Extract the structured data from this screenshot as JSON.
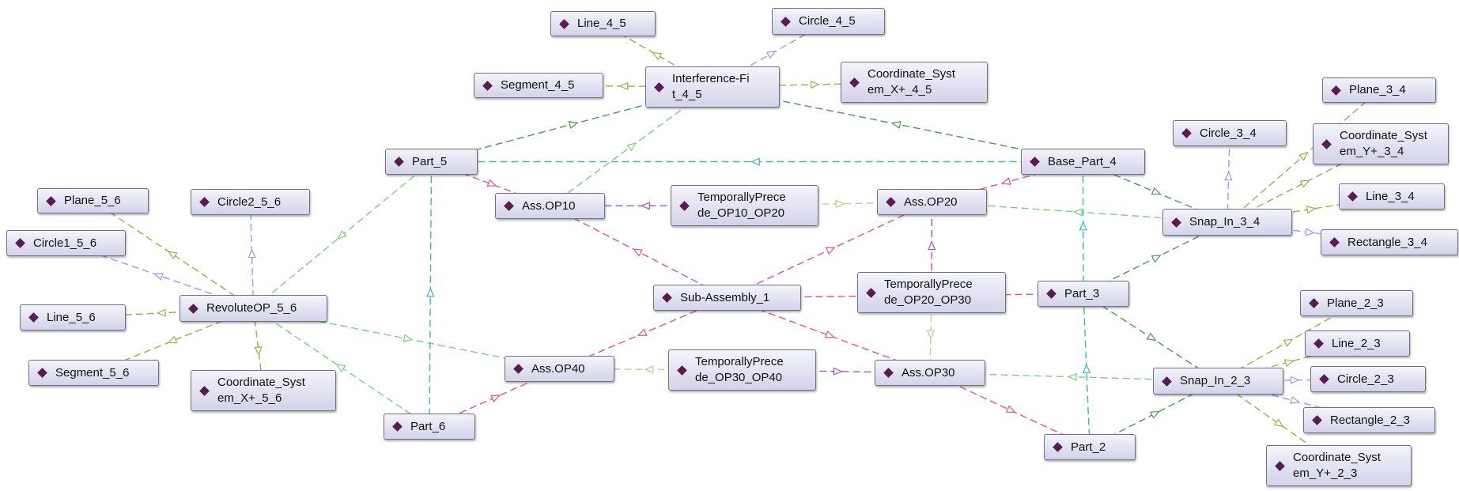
{
  "colors": {
    "magenta": "#e8508c",
    "green": "#7cd07c",
    "darkgreen": "#4a9a52",
    "teal": "#3ab8b8",
    "olive": "#a8a848",
    "blue": "#9898ff",
    "purple": "#a050e0",
    "beige": "#cfc68c",
    "node_icon": "#5a1a52"
  },
  "icons": {
    "node": "individual-diamond-icon"
  },
  "nodes": {
    "line_4_5": "Line_4_5",
    "circle_4_5": "Circle_4_5",
    "segment_4_5": "Segment_4_5",
    "interference_fit_4_5": "Interference-Fi\nt_4_5",
    "coordinate_system_x_4_5": "Coordinate_Syst\nem_X+_4_5",
    "plane_3_4": "Plane_3_4",
    "circle_3_4": "Circle_3_4",
    "coordinate_system_y_3_4": "Coordinate_Syst\nem_Y+_3_4",
    "part_5": "Part_5",
    "base_part_4": "Base_Part_4",
    "plane_5_6": "Plane_5_6",
    "circle2_5_6": "Circle2_5_6",
    "ass_op10": "Ass.OP10",
    "temporally_precede_op10_op20": "TemporallyPrece\nde_OP10_OP20",
    "ass_op20": "Ass.OP20",
    "line_3_4": "Line_3_4",
    "snap_in_3_4": "Snap_In_3_4",
    "circle1_5_6": "Circle1_5_6",
    "rectangle_3_4": "Rectangle_3_4",
    "line_5_6": "Line_5_6",
    "revolute_op_5_6": "RevoluteOP_5_6",
    "temporally_precede_op20_op30": "TemporallyPrece\nde_OP20_OP30",
    "sub_assembly_1": "Sub-Assembly_1",
    "part_3": "Part_3",
    "plane_2_3": "Plane_2_3",
    "line_2_3": "Line_2_3",
    "segment_5_6": "Segment_5_6",
    "ass_op40": "Ass.OP40",
    "temporally_precede_op30_op40": "TemporallyPrece\nde_OP30_OP40",
    "ass_op30": "Ass.OP30",
    "snap_in_2_3": "Snap_In_2_3",
    "circle_2_3": "Circle_2_3",
    "coordinate_system_x_5_6": "Coordinate_Syst\nem_X+_5_6",
    "part_6": "Part_6",
    "rectangle_2_3": "Rectangle_2_3",
    "part_2": "Part_2",
    "coordinate_system_y_2_3": "Coordinate_Syst\nem_Y+_2_3"
  },
  "edges": [
    {
      "from": "interference_fit_4_5",
      "to": "line_4_5",
      "color": "olive"
    },
    {
      "from": "interference_fit_4_5",
      "to": "circle_4_5",
      "color": "blue"
    },
    {
      "from": "interference_fit_4_5",
      "to": "segment_4_5",
      "color": "olive"
    },
    {
      "from": "interference_fit_4_5",
      "to": "coordinate_system_x_4_5",
      "color": "olive"
    },
    {
      "from": "part_5",
      "to": "interference_fit_4_5",
      "color": "darkgreen"
    },
    {
      "from": "base_part_4",
      "to": "interference_fit_4_5",
      "color": "darkgreen"
    },
    {
      "from": "ass_op10",
      "to": "interference_fit_4_5",
      "color": "green"
    },
    {
      "from": "base_part_4",
      "to": "part_5",
      "color": "teal"
    },
    {
      "from": "part_5",
      "to": "ass_op10",
      "color": "magenta"
    },
    {
      "from": "temporally_precede_op10_op20",
      "to": "ass_op10",
      "color": "purple"
    },
    {
      "from": "temporally_precede_op10_op20",
      "to": "ass_op20",
      "color": "beige"
    },
    {
      "from": "base_part_4",
      "to": "ass_op20",
      "color": "magenta"
    },
    {
      "from": "base_part_4",
      "to": "snap_in_3_4",
      "color": "darkgreen"
    },
    {
      "from": "snap_in_3_4",
      "to": "ass_op20",
      "color": "green"
    },
    {
      "from": "snap_in_3_4",
      "to": "plane_3_4",
      "color": "olive"
    },
    {
      "from": "snap_in_3_4",
      "to": "circle_3_4",
      "color": "blue"
    },
    {
      "from": "snap_in_3_4",
      "to": "coordinate_system_y_3_4",
      "color": "olive"
    },
    {
      "from": "snap_in_3_4",
      "to": "line_3_4",
      "color": "olive"
    },
    {
      "from": "snap_in_3_4",
      "to": "rectangle_3_4",
      "color": "blue"
    },
    {
      "from": "part_3",
      "to": "snap_in_3_4",
      "color": "darkgreen"
    },
    {
      "from": "part_3",
      "to": "base_part_4",
      "color": "teal"
    },
    {
      "from": "sub_assembly_1",
      "to": "ass_op10",
      "color": "magenta"
    },
    {
      "from": "sub_assembly_1",
      "to": "ass_op20",
      "color": "magenta"
    },
    {
      "from": "sub_assembly_1",
      "to": "ass_op40",
      "color": "magenta"
    },
    {
      "from": "sub_assembly_1",
      "to": "ass_op30",
      "color": "magenta"
    },
    {
      "from": "sub_assembly_1",
      "to": "part_3",
      "color": "magenta"
    },
    {
      "from": "temporally_precede_op20_op30",
      "to": "ass_op20",
      "color": "purple"
    },
    {
      "from": "temporally_precede_op20_op30",
      "to": "ass_op30",
      "color": "beige"
    },
    {
      "from": "revolute_op_5_6",
      "to": "plane_5_6",
      "color": "olive"
    },
    {
      "from": "revolute_op_5_6",
      "to": "circle2_5_6",
      "color": "blue"
    },
    {
      "from": "revolute_op_5_6",
      "to": "circle1_5_6",
      "color": "blue"
    },
    {
      "from": "revolute_op_5_6",
      "to": "line_5_6",
      "color": "olive"
    },
    {
      "from": "revolute_op_5_6",
      "to": "segment_5_6",
      "color": "olive"
    },
    {
      "from": "revolute_op_5_6",
      "to": "coordinate_system_x_5_6",
      "color": "olive"
    },
    {
      "from": "part_5",
      "to": "revolute_op_5_6",
      "color": "green"
    },
    {
      "from": "part_6",
      "to": "revolute_op_5_6",
      "color": "green"
    },
    {
      "from": "revolute_op_5_6",
      "to": "ass_op40",
      "color": "green"
    },
    {
      "from": "part_6",
      "to": "part_5",
      "color": "teal"
    },
    {
      "from": "part_6",
      "to": "ass_op40",
      "color": "magenta"
    },
    {
      "from": "temporally_precede_op30_op40",
      "to": "ass_op40",
      "color": "beige"
    },
    {
      "from": "temporally_precede_op30_op40",
      "to": "ass_op30",
      "color": "purple"
    },
    {
      "from": "snap_in_2_3",
      "to": "ass_op30",
      "color": "green"
    },
    {
      "from": "ass_op30",
      "to": "part_2",
      "color": "magenta"
    },
    {
      "from": "part_3",
      "to": "snap_in_2_3",
      "color": "darkgreen"
    },
    {
      "from": "part_2",
      "to": "snap_in_2_3",
      "color": "darkgreen"
    },
    {
      "from": "part_2",
      "to": "part_3",
      "color": "teal"
    },
    {
      "from": "snap_in_2_3",
      "to": "plane_2_3",
      "color": "olive"
    },
    {
      "from": "snap_in_2_3",
      "to": "line_2_3",
      "color": "olive"
    },
    {
      "from": "snap_in_2_3",
      "to": "circle_2_3",
      "color": "blue"
    },
    {
      "from": "snap_in_2_3",
      "to": "rectangle_2_3",
      "color": "blue"
    },
    {
      "from": "snap_in_2_3",
      "to": "coordinate_system_y_2_3",
      "color": "olive"
    }
  ]
}
